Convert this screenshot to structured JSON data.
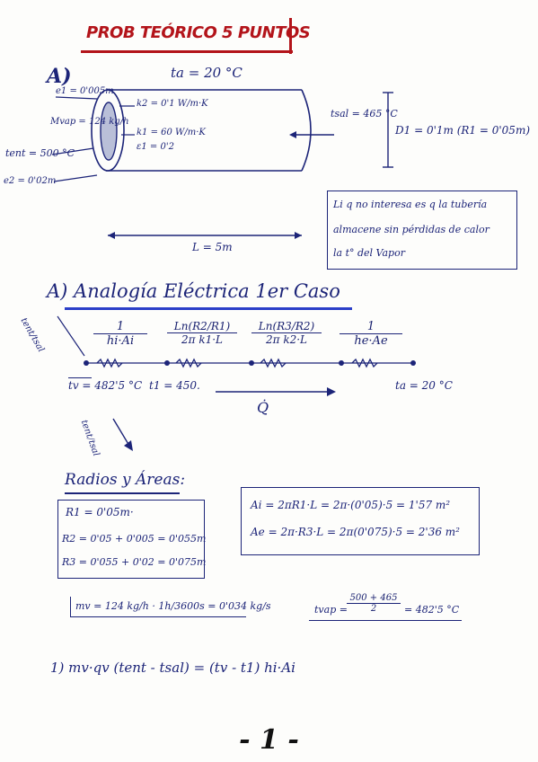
{
  "title": "PROB TEÓRICO 5 PUNTOS",
  "section_a_label": "A)",
  "diagram": {
    "ta": "ta = 20 °C",
    "e1": "e1 = 0'005m",
    "mvap": "Mvap = 124 kg/h",
    "k2": "k2 = 0'1 W/m·K",
    "k1": "k1 = 60 W/m·K",
    "eps1": "ε1 = 0'2",
    "tent": "tent = 500 °C",
    "e2": "e2 = 0'02m",
    "tsal": "tsal = 465 °C",
    "d1": "D1 = 0'1m (R1 = 0'05m)",
    "length": "L = 5m",
    "note_lines": [
      "Li q no interesa es q la tubería",
      "almacene sin pérdidas de calor",
      "la t° del Vapor"
    ]
  },
  "analogy": {
    "heading": "A) Analogía Eléctrica 1er Caso",
    "side_label": "tent/tsal",
    "side_label2": "tent/tsal",
    "r1_num": "1",
    "r1_den": "hi·Ai",
    "r2_num": "Ln(R2/R1)",
    "r2_den": "2π k1·L",
    "r3_num": "Ln(R3/R2)",
    "r3_den": "2π k2·L",
    "r4_num": "1",
    "r4_den": "he·Ae",
    "tv": "tv = 482'5 °C",
    "t1": "t1 = 450.",
    "q": "Q̇",
    "ta": "ta = 20 °C"
  },
  "radii": {
    "heading": "Radios y Áreas:",
    "r1": "R1 = 0'05m·",
    "r2": "R2 = 0'05 + 0'005 = 0'055m",
    "r3": "R3 = 0'055 + 0'02 = 0'075m",
    "ai": "Ai = 2πR1·L = 2π·(0'05)·5 = 1'57 m²",
    "ae": "Ae = 2π·R3·L = 2π(0'075)·5 = 2'36 m²",
    "mv": "mv = 124 kg/h · 1h/3600s = 0'034 kg/s",
    "tvap_lhs": "tvap =",
    "tvap_num": "500 + 465",
    "tvap_den": "2",
    "tvap_rhs": "= 482'5 °C"
  },
  "equation": "1) mv·qv (tent - tsal) = (tv - t1) hi·Ai",
  "page_number": "- 1 -"
}
